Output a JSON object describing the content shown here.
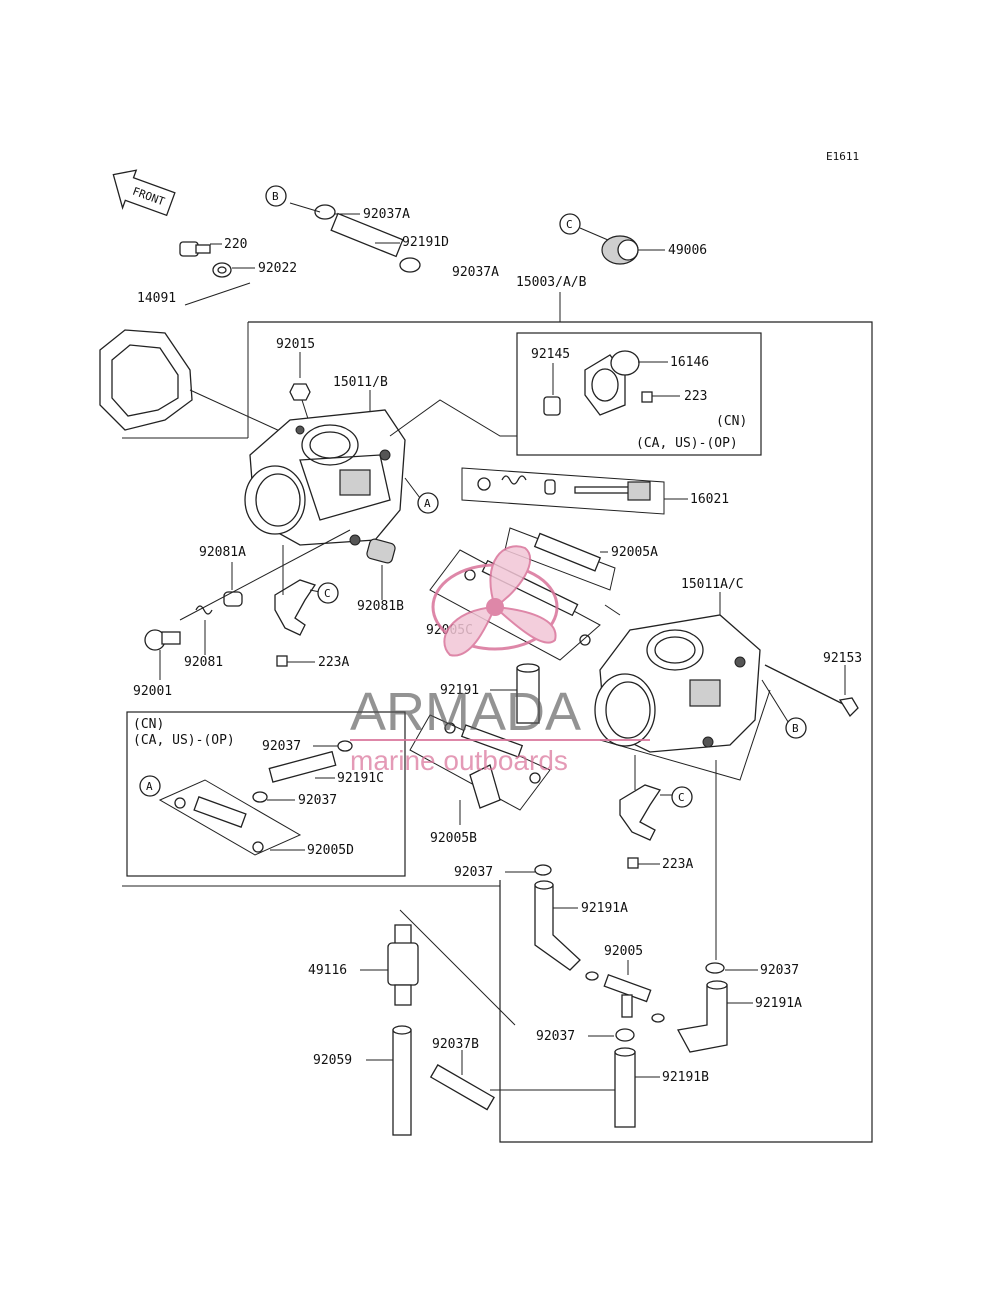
{
  "diagram_code": "E1611",
  "front_label": "FRONT",
  "watermark": {
    "brand": "ARMADA",
    "tagline": "marine outboards",
    "accent": "#d9739a",
    "gray": "#555555"
  },
  "parts": {
    "p92037A_top": "92037A",
    "p92191D": "92191D",
    "p220": "220",
    "p92022": "92022",
    "p49006": "49006",
    "p92037A_mid": "92037A",
    "p15003": "15003/A/B",
    "p14091": "14091",
    "p92015": "92015",
    "p15011B": "15011/B",
    "p92145": "92145",
    "p16146": "16146",
    "p223_top": "223",
    "p16021": "16021",
    "p92005A": "92005A",
    "p15011AC": "15011A/C",
    "p92081A": "92081A",
    "p92081B": "92081B",
    "p92005C": "92005C",
    "p92081": "92081",
    "p223A_left": "223A",
    "p92001": "92001",
    "p92153": "92153",
    "p92191": "92191",
    "p92037_box": "92037",
    "p92191C": "92191C",
    "p92037_box2": "92037",
    "p92005D": "92005D",
    "p92005B": "92005B",
    "p223A_right": "223A",
    "p92037_low": "92037",
    "p92191A_a": "92191A",
    "p49116": "49116",
    "p92005": "92005",
    "p92037_right": "92037",
    "p92191A_b": "92191A",
    "p92037_low2": "92037",
    "p92059": "92059",
    "p92037B": "92037B",
    "p92191B": "92191B"
  },
  "notes": {
    "cn_top": "(CN)",
    "caus_top": "(CA, US)-(OP)",
    "cn_box": "(CN)",
    "caus_box": "(CA, US)-(OP)"
  },
  "callouts": {
    "a": "A",
    "b": "B",
    "c": "C"
  }
}
